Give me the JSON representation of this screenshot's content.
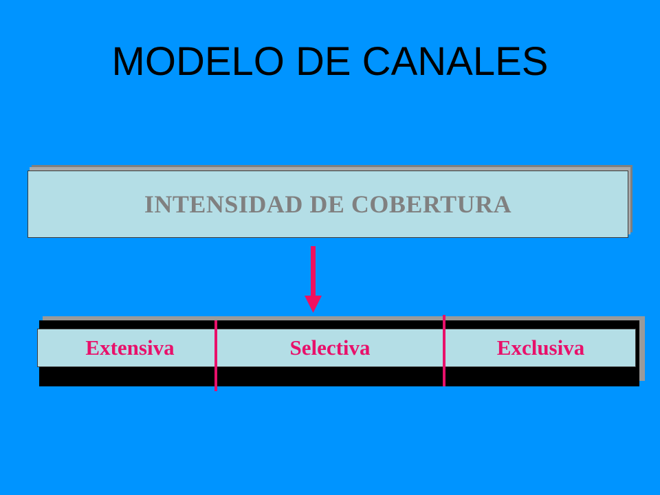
{
  "slide": {
    "title": "MODELO DE CANALES",
    "background_color": "#0094FF"
  },
  "intensity_box": {
    "label": "INTENSIDAD DE COBERTURA",
    "fill_color": "#B4DEE6",
    "text_color": "#808080"
  },
  "arrow": {
    "color": "#F0105F",
    "direction": "down"
  },
  "coverage_bar": {
    "fill_color": "#B4DEE6",
    "text_color": "#E8106A",
    "divider_color": "#E8106A",
    "segments": [
      {
        "label": "Extensiva"
      },
      {
        "label": "Selectiva"
      },
      {
        "label": "Exclusiva"
      }
    ]
  }
}
